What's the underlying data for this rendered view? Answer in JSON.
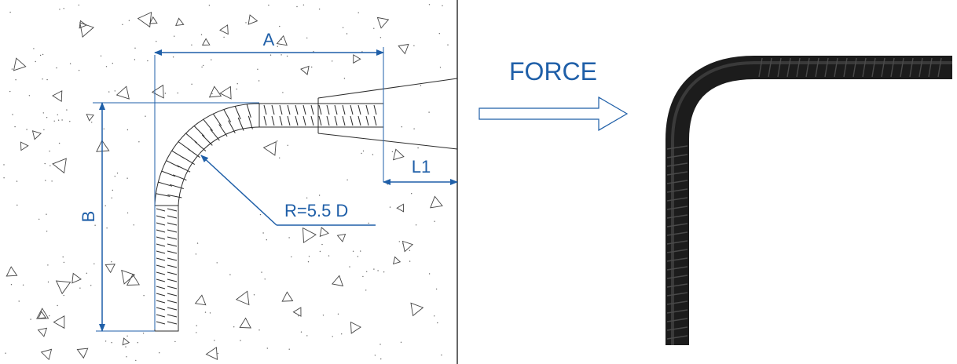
{
  "colors": {
    "dimension": "#1f5fa8",
    "rebar_outline": "#2b2b2b",
    "rebar_photo": "#1c1c1c",
    "concrete_marks": "#555555",
    "background": "#ffffff"
  },
  "labels": {
    "dim_a": "A",
    "dim_b": "B",
    "dim_l1": "L1",
    "radius": "R=5.5 D",
    "force": "FORCE"
  },
  "icons": {
    "force_arrow": "hollow-right-arrow"
  }
}
